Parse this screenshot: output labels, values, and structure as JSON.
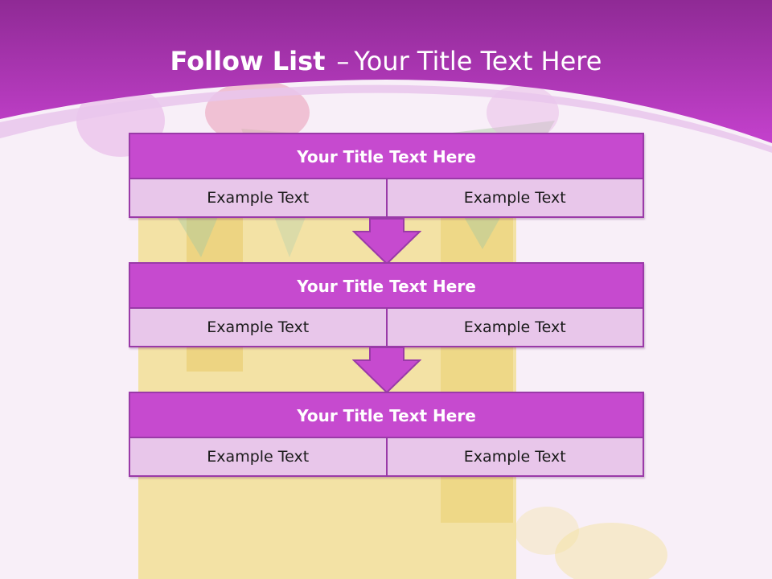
{
  "slide": {
    "title_bold": "Follow List",
    "title_dash": "–",
    "title_rest": "Your Title Text Here"
  },
  "steps": [
    {
      "title": "Your Title Text Here",
      "left": "Example Text",
      "right": "Example Text"
    },
    {
      "title": "Your Title Text Here",
      "left": "Example Text",
      "right": "Example Text"
    },
    {
      "title": "Your Title Text Here",
      "left": "Example Text",
      "right": "Example Text"
    }
  ],
  "colors": {
    "header_band": "#b83cc4",
    "block_header": "#c64acf",
    "block_body": "#e8c6ea",
    "border": "#9a3aa8"
  }
}
